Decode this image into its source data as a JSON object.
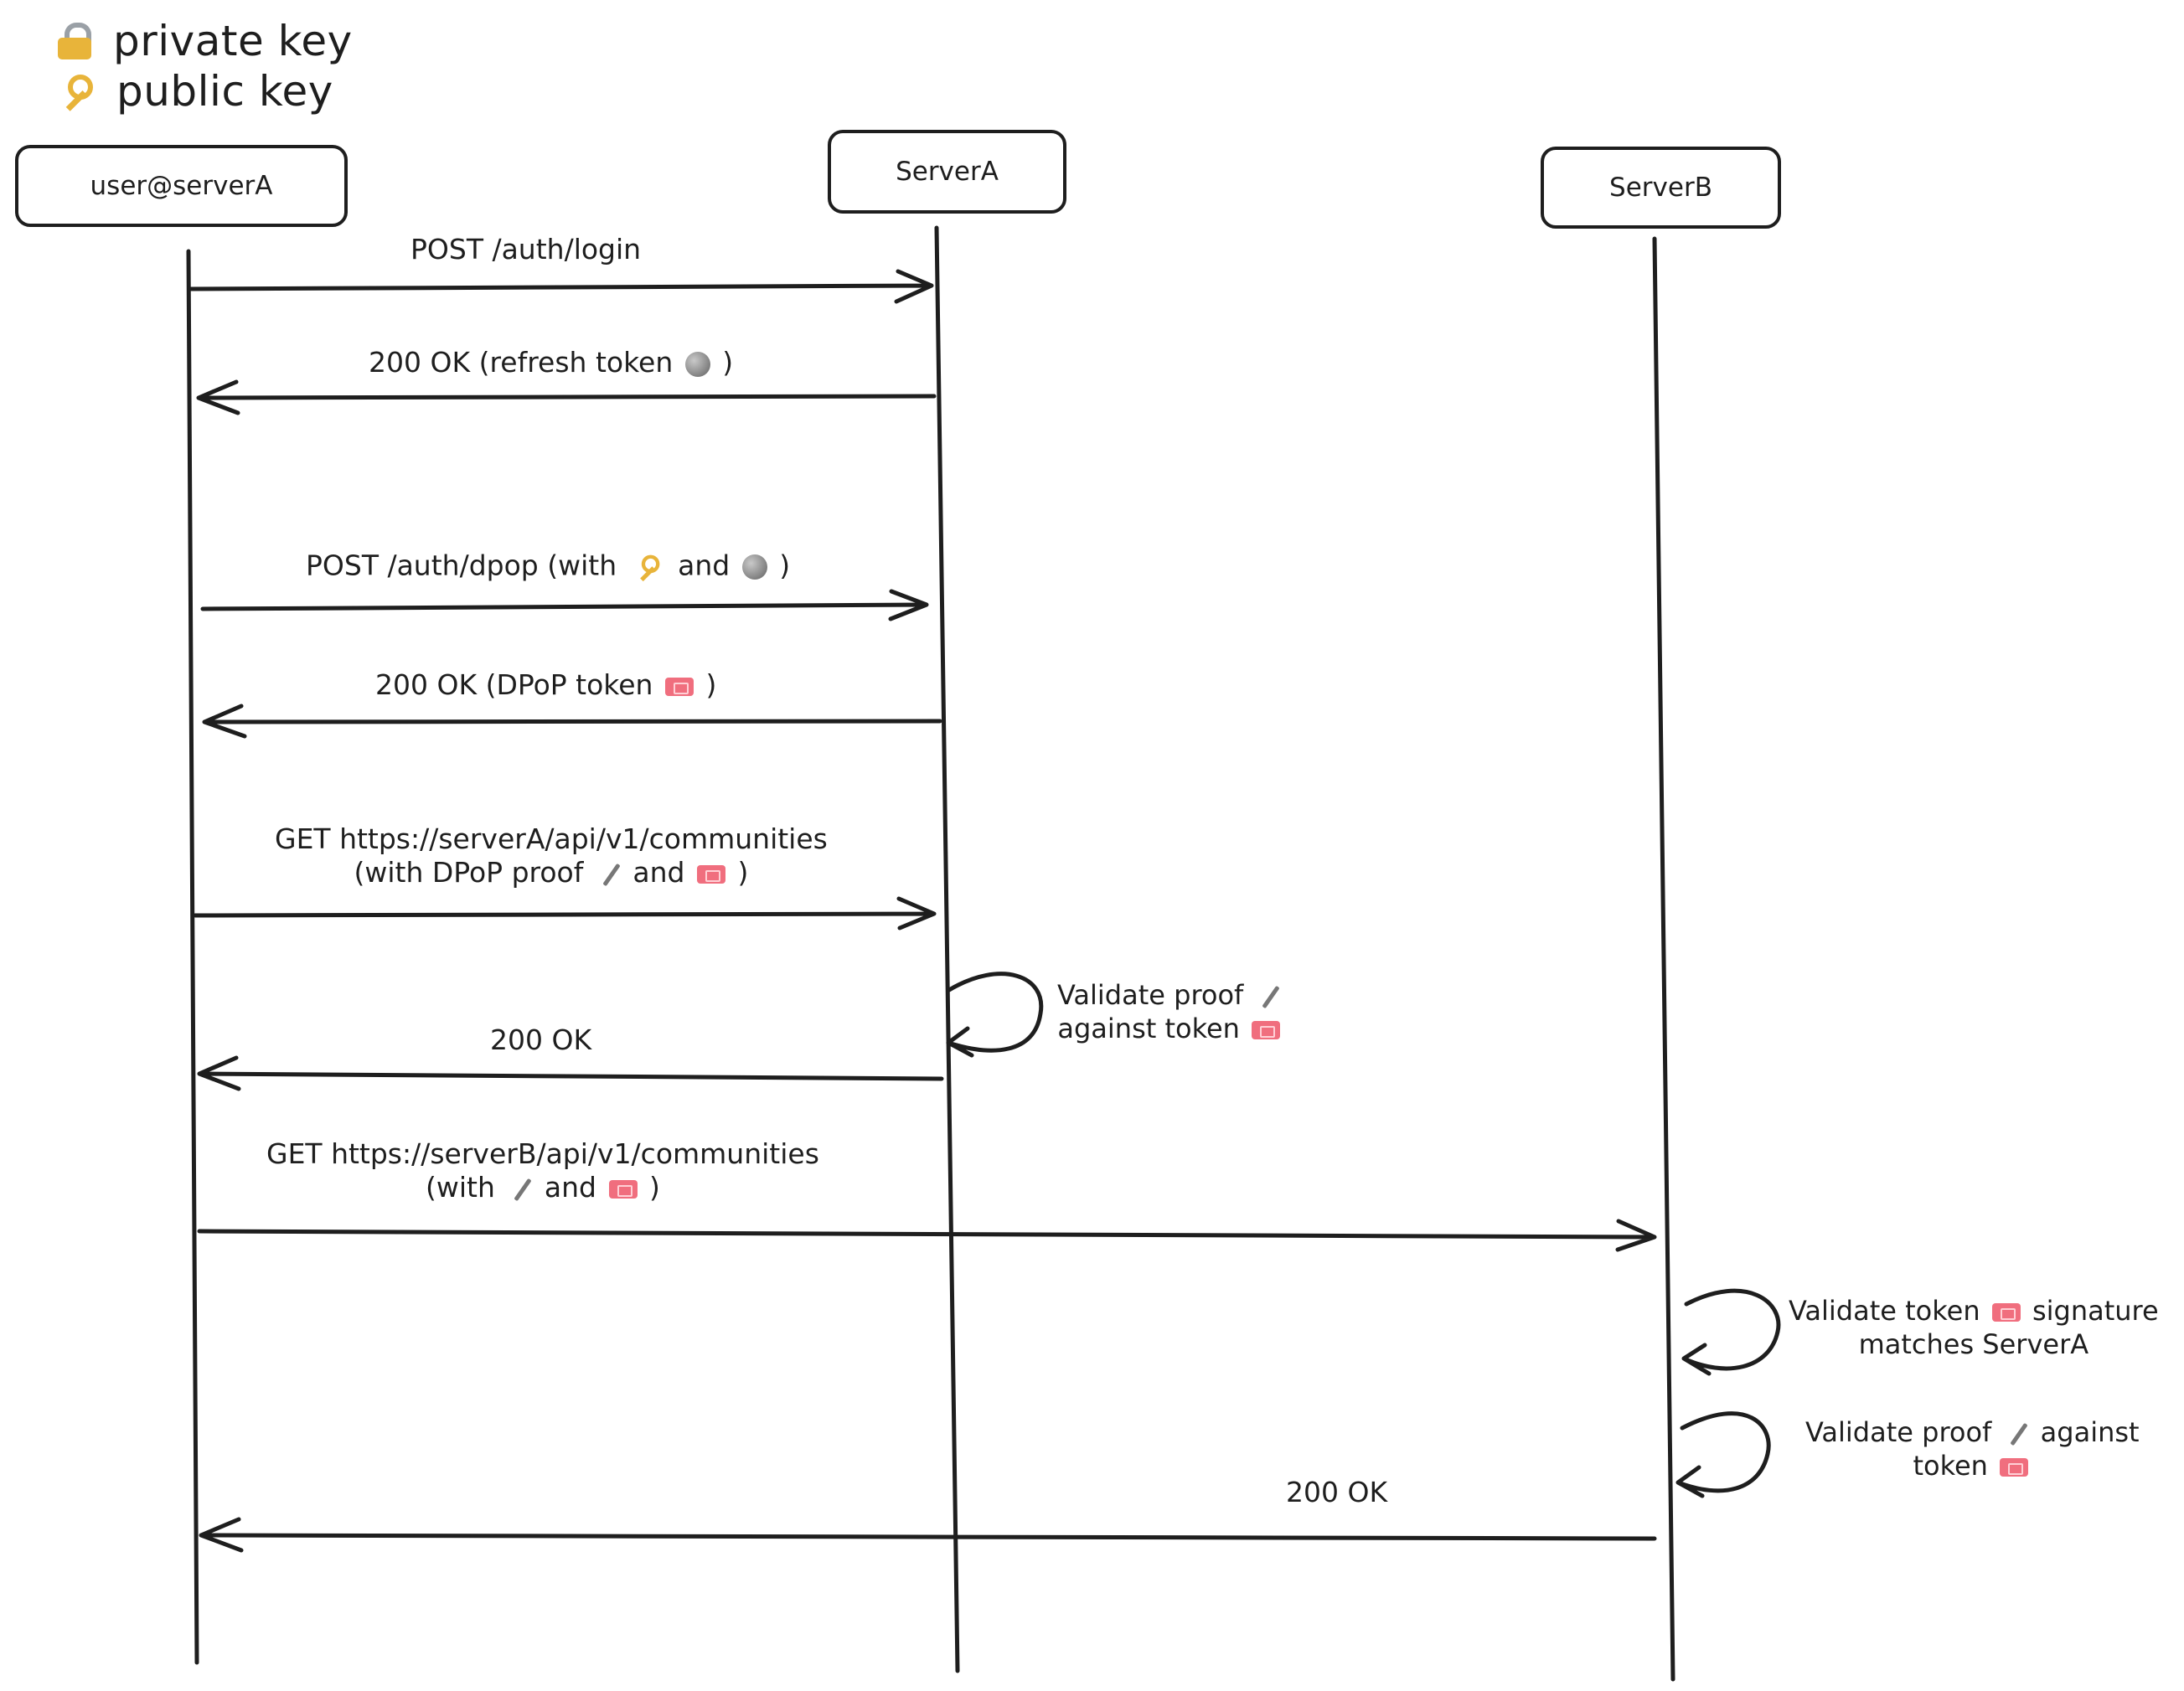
{
  "legend": {
    "items": [
      {
        "icon": "lock-icon",
        "label": "private key"
      },
      {
        "icon": "key-icon",
        "label": "public key"
      }
    ]
  },
  "actors": [
    {
      "id": "user",
      "label": "user@serverA"
    },
    {
      "id": "serverA",
      "label": "ServerA"
    },
    {
      "id": "serverB",
      "label": "ServerB"
    }
  ],
  "messages": {
    "m1": "POST /auth/login",
    "m2_pre": "200 OK (refresh token",
    "m2_post": ")",
    "m3_pre": "POST /auth/dpop (with",
    "m3_mid": "and",
    "m3_post": ")",
    "m4_pre": "200 OK (DPoP token",
    "m4_post": ")",
    "m5_line1": "GET https://serverA/api/v1/communities",
    "m5_line2_pre": "(with DPoP proof",
    "m5_line2_mid": "and",
    "m5_line2_post": ")",
    "m6": "200 OK",
    "m7_line1": "GET https://serverB/api/v1/communities",
    "m7_line2_pre": "(with",
    "m7_line2_mid": "and",
    "m7_line2_post": ")",
    "m8": "200 OK"
  },
  "notes": {
    "n1_line1_pre": "Validate proof",
    "n1_line2_pre": "against token",
    "n2_line1_pre": "Validate token",
    "n2_line1_post": "signature",
    "n2_line2": "matches ServerA",
    "n3_line1_pre": "Validate proof",
    "n3_line1_post": "against",
    "n3_line2_pre": "token"
  },
  "colors": {
    "ink": "#1e1e1e",
    "key": "#e8b43a",
    "ticket": "#f06e7e",
    "moon": "#8a8a8a"
  }
}
